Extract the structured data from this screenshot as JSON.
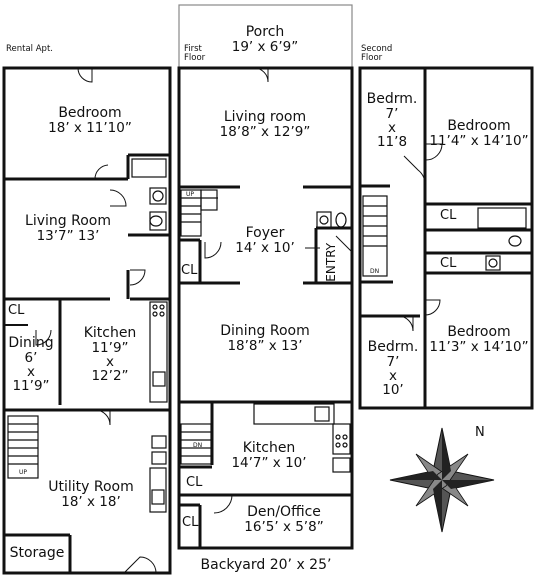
{
  "sections": {
    "rental": "Rental Apt.",
    "first": "First Floor",
    "second": "Second Floor"
  },
  "rooms": {
    "porch": {
      "name": "Porch",
      "dims": "19’ x 6’9”"
    },
    "living_room": {
      "name": "Living room",
      "dims": "18’8” x 12’9”"
    },
    "foyer": {
      "name": "Foyer",
      "dims": "14’ x 10’"
    },
    "entry": "ENTRY",
    "dining_room": {
      "name": "Dining Room",
      "dims": "18’8” x 13’"
    },
    "kitchen_first": {
      "name": "Kitchen",
      "dims": "14’7” x 10’"
    },
    "den": {
      "name": "Den/Office",
      "dims": "16’5’ x 5’8”"
    },
    "rental_bedroom": {
      "name": "Bedroom",
      "dims": "18’ x 11’10”"
    },
    "rental_living": {
      "name": "Living Room",
      "dims": "13’7” 13’"
    },
    "rental_dining": {
      "name": "Dining",
      "l2": "6’",
      "l3": "x",
      "l4": "11’9”"
    },
    "rental_kitchen": {
      "name": "Kitchen",
      "l2": "11’9”",
      "l3": "x",
      "l4": "12’2”"
    },
    "utility": {
      "name": "Utility Room",
      "dims": "18’ x 18’"
    },
    "storage": "Storage",
    "bedrm_small_top": {
      "name": "Bedrm.",
      "l2": "7’",
      "l3": "x",
      "l4": "11’8"
    },
    "bedroom_top": {
      "name": "Bedroom",
      "dims": "11’4” x 14’10”"
    },
    "bedrm_small_bottom": {
      "name": "Bedrm.",
      "l2": "7’",
      "l3": "x",
      "l4": "10’"
    },
    "bedroom_bottom": {
      "name": "Bedroom",
      "dims": "11’3” x 14’10”"
    }
  },
  "closet": "CL",
  "backyard": "Backyard 20’ x 25’",
  "compass": "N",
  "stair_labels": {
    "up": "UP",
    "dn": "DN"
  }
}
